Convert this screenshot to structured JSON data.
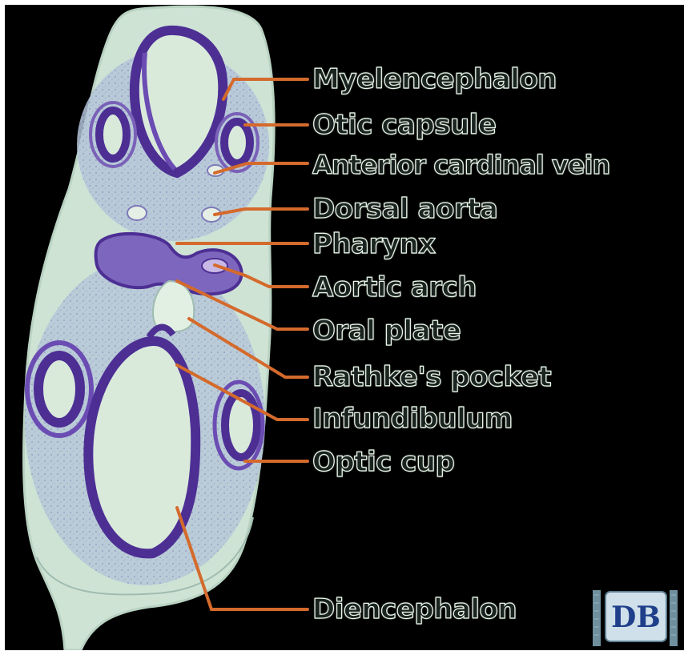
{
  "labels": {
    "myelencephalon": "Myelencephalon",
    "otic_capsule": "Otic capsule",
    "anterior_cardinal_vein": "Anterior cardinal vein",
    "dorsal_aorta": "Dorsal aorta",
    "pharynx": "Pharynx",
    "aortic_arch": "Aortic arch",
    "oral_plate": "Oral plate",
    "rathkes_pocket": "Rathke's pocket",
    "infundibulum": "Infundibulum",
    "optic_cup": "Optic cup",
    "diencephalon": "Diencephalon"
  },
  "watermark_text": "DB",
  "colors": {
    "background": "#000000",
    "tissue": "#c9e0d2",
    "neural_tissue": "#4a2f8e",
    "leader_line": "#d46a2c",
    "label_fill": "#1b2320",
    "label_outline": "#e9f6ea"
  }
}
